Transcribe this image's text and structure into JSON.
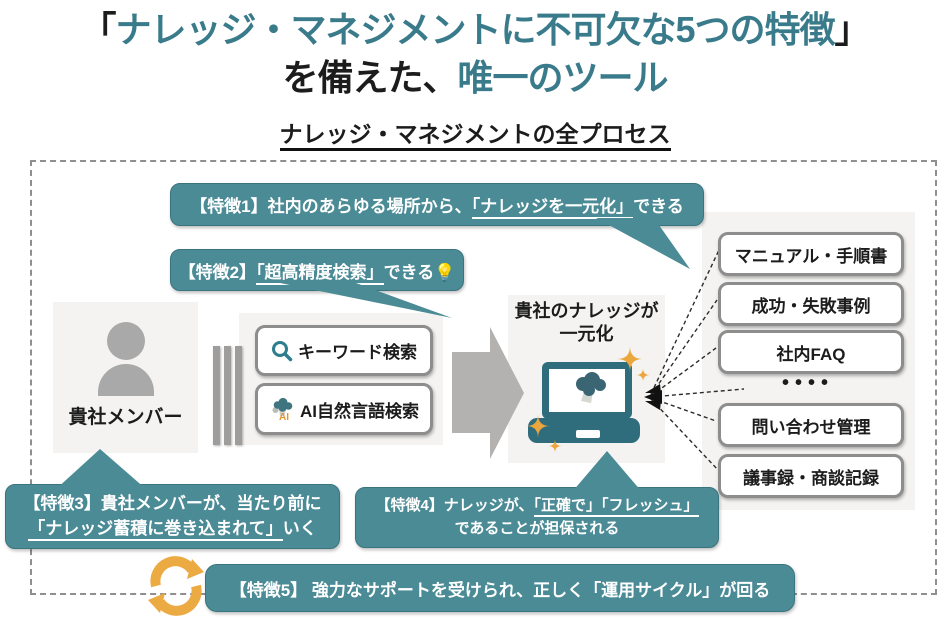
{
  "header": {
    "line1_open": "「",
    "line1_main": "ナレッジ・マネジメントに不可欠な5つの特徴",
    "line1_close": "」",
    "line2_black": "を備えた、",
    "line2_teal": "唯一のツール",
    "subtitle": "ナレッジ・マネジメントの全プロセス"
  },
  "bubbles": {
    "f1": {
      "prefix": "【特徴1】社内のあらゆる場所から、",
      "underline": "「ナレッジを一元化」",
      "suffix": "できる"
    },
    "f2": {
      "prefix": "【特徴2】",
      "underline": "「超高精度検索」",
      "suffix": "できる",
      "bulb": "💡"
    },
    "f3": {
      "line1": "【特徴3】貴社メンバーが、当たり前に",
      "underline": "「ナレッジ蓄積に巻き込まれて」",
      "suffix": "いく"
    },
    "f4": {
      "prefix": "【特徴4】ナレッジが、",
      "underline1": "「正確で」",
      "underline2": "「フレッシュ」",
      "line2": "であることが担保される"
    },
    "f5": {
      "text": "【特徴5】 強力なサポートを受けられ、正しく「運用サイクル」が回る"
    }
  },
  "person": {
    "label": "貴社メンバー"
  },
  "search": {
    "keyword_label": "キーワード検索",
    "ai_label": "AI自然言語検索",
    "ai_badge": "AI"
  },
  "center": {
    "line1": "貴社のナレッジが",
    "line2": "一元化"
  },
  "knowledge_boxes": [
    "マニュアル・手順書",
    "成功・失敗事例",
    "社内FAQ",
    "問い合わせ管理",
    "議事録・商談記録"
  ],
  "ellipsis": "••••",
  "colors": {
    "accent_teal": "#3a7b8b",
    "bubble_teal": "#4b8b96",
    "laptop_teal": "#2f6d7d",
    "orange": "#eca63e",
    "panel_gray": "#f4f3f1",
    "arrow_gray": "#b3b2b0"
  }
}
